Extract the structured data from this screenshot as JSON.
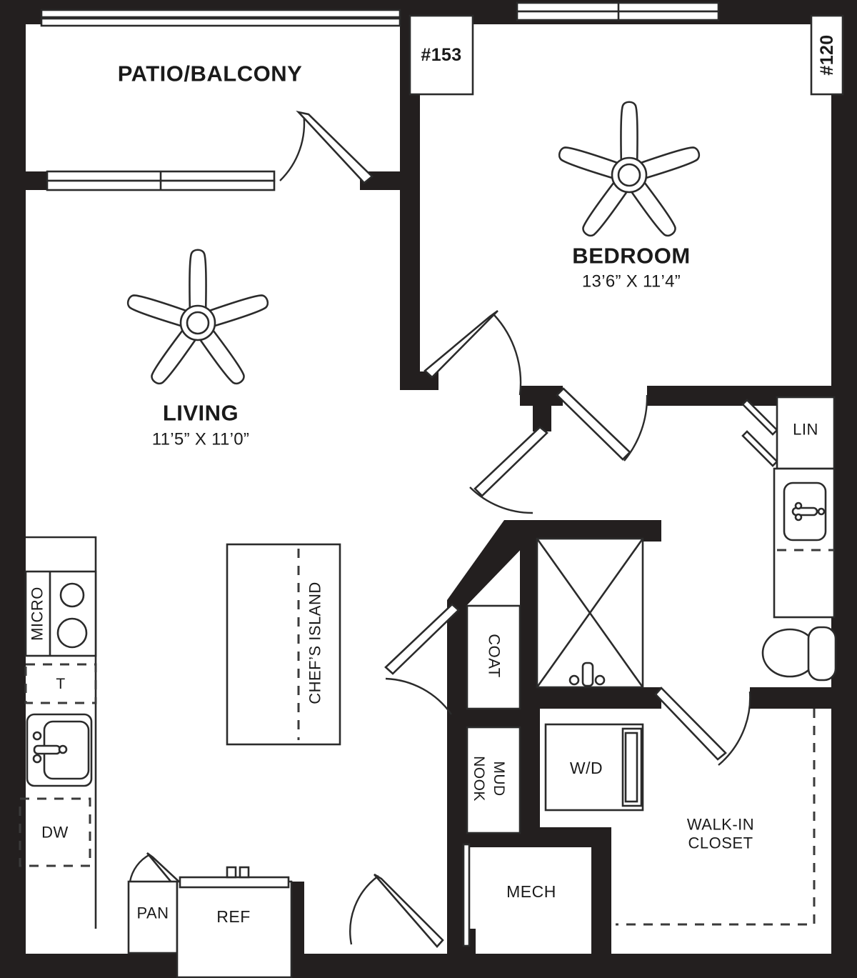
{
  "plan": {
    "unit_tags": [
      {
        "id": "tag-153",
        "label": "#153",
        "orientation": "horizontal"
      },
      {
        "id": "tag-120",
        "label": "#120",
        "orientation": "vertical"
      }
    ],
    "rooms": [
      {
        "id": "patio",
        "name": "PATIO/BALCONY",
        "dimensions": ""
      },
      {
        "id": "living",
        "name": "LIVING",
        "dimensions": "11’5” X 11’0”"
      },
      {
        "id": "bedroom",
        "name": "BEDROOM",
        "dimensions": "13’6” X 11’4”"
      },
      {
        "id": "walk-in-closet",
        "name": "WALK-IN CLOSET",
        "name_line1": "WALK-IN",
        "name_line2": "CLOSET",
        "dimensions": ""
      },
      {
        "id": "mech",
        "name": "MECH",
        "dimensions": ""
      }
    ],
    "fixtures": [
      {
        "id": "micro",
        "label": "MICRO",
        "orientation": "vertical"
      },
      {
        "id": "cooktop",
        "label": "",
        "orientation": "horizontal"
      },
      {
        "id": "trash",
        "label": "T",
        "orientation": "horizontal"
      },
      {
        "id": "kitchen-sink",
        "label": "",
        "orientation": "horizontal"
      },
      {
        "id": "dishwasher",
        "label": "DW",
        "orientation": "horizontal"
      },
      {
        "id": "pantry",
        "label": "PAN",
        "orientation": "horizontal"
      },
      {
        "id": "refrigerator",
        "label": "REF",
        "orientation": "horizontal"
      },
      {
        "id": "chefs-island",
        "label": "CHEF’S ISLAND",
        "orientation": "vertical"
      },
      {
        "id": "coat-closet",
        "label": "COAT",
        "orientation": "vertical"
      },
      {
        "id": "mud-nook",
        "label": "MUD NOOK",
        "label_line1": "MUD",
        "label_line2": "NOOK",
        "orientation": "vertical"
      },
      {
        "id": "washer-dryer",
        "label": "W/D",
        "orientation": "horizontal"
      },
      {
        "id": "linen-closet",
        "label": "LIN",
        "orientation": "horizontal"
      },
      {
        "id": "bath-vanity",
        "label": "",
        "orientation": "horizontal"
      },
      {
        "id": "toilet",
        "label": "",
        "orientation": "horizontal"
      },
      {
        "id": "shower",
        "label": "",
        "orientation": "horizontal"
      }
    ],
    "colors": {
      "wall": "#231f1f",
      "line": "#2b2b2b",
      "background": "#ffffff",
      "text": "#1a1a1a"
    }
  }
}
